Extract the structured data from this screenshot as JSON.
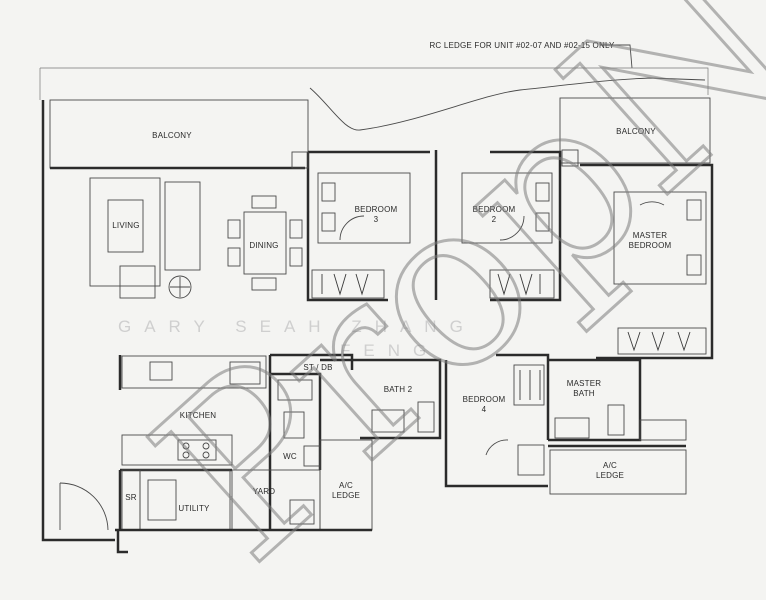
{
  "plan": {
    "note": "RC LEDGE FOR UNIT #02-07 AND #02-15 ONLY",
    "rooms": {
      "balcony_left": "BALCONY",
      "balcony_right": "BALCONY",
      "living": "LIVING",
      "dining": "DINING",
      "bedroom3_line1": "BEDROOM",
      "bedroom3_line2": "3",
      "bedroom2_line1": "BEDROOM",
      "bedroom2_line2": "2",
      "master_bedroom_line1": "MASTER",
      "master_bedroom_line2": "BEDROOM",
      "st_db": "ST / DB",
      "kitchen": "KITCHEN",
      "bath2": "BATH 2",
      "bedroom4_line1": "BEDROOM",
      "bedroom4_line2": "4",
      "master_bath_line1": "MASTER",
      "master_bath_line2": "BATH",
      "wc": "WC",
      "sr": "SR",
      "utility": "UTILITY",
      "yard": "YARD",
      "ac_ledge_left_line1": "A/C",
      "ac_ledge_left_line2": "LEDGE",
      "ac_ledge_right_line1": "A/C",
      "ac_ledge_right_line2": "LEDGE"
    }
  },
  "branding": {
    "line1": "GARY SEAH ZHANG",
    "line2": "FENG"
  },
  "watermark": {
    "text": "PropN"
  }
}
